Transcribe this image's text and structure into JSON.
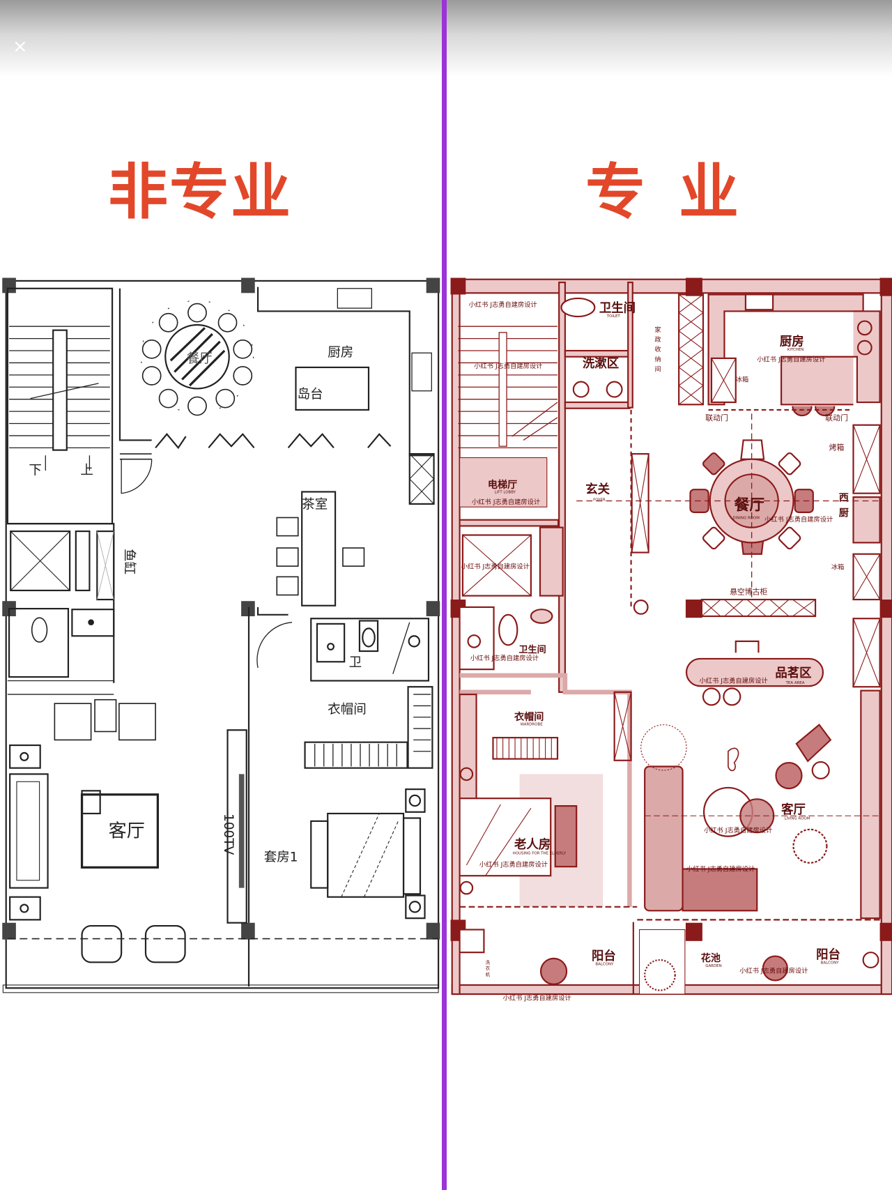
{
  "overlay": {
    "close_icon": "close-icon",
    "close_glyph": "×"
  },
  "titles": {
    "left": "非专业",
    "right": "专业"
  },
  "colors": {
    "title_red": "#e2472a",
    "divider_purple": "#9b34d6",
    "pro_line": "#8b1a1a",
    "pro_fill": "#ecc8c8",
    "pro_fill_dark": "#c67c7c"
  },
  "left_plan": {
    "dining": "餐厅",
    "kitchen": "厨房",
    "island": "岛台",
    "down": "下",
    "up": "上",
    "tea_room": "茶室",
    "fish_tank": "鱼缸",
    "bath": "卫",
    "wardrobe": "衣帽间",
    "living": "客厅",
    "tv": "100TV",
    "suite": "套房1"
  },
  "right_plan": {
    "watermark": "小红书 J志勇自建房设计",
    "toilet": "卫生间",
    "toilet_en": "TOILET",
    "storage": [
      "家",
      "政",
      "收",
      "纳",
      "间"
    ],
    "wash": "洗漱区",
    "kitchen": "厨房",
    "kitchen_en": "KITCHEN",
    "fridge_small": "冰箱",
    "linked_door": "联动门",
    "oven": "烤箱",
    "lift_lobby": "电梯厅",
    "lift_lobby_en": "LIFT LOBBY",
    "foyer": "玄关",
    "foyer_en": "FOYER",
    "dining": "餐厅",
    "dining_en": "DINING ROOM",
    "west_kitchen": [
      "西",
      "厨"
    ],
    "fridge": "冰箱",
    "cabinet": "悬空博古柜",
    "toilet2": "卫生间",
    "tea_area": "品茗区",
    "tea_area_en": "TEA AREA",
    "wardrobe": "衣帽间",
    "wardrobe_en": "WARDROBE",
    "living": "客厅",
    "living_en": "LIVING ROOM",
    "elderly": "老人房",
    "elderly_en": "HOUSING FOR THE ELDERLY",
    "balcony": "阳台",
    "balcony_en": "BALCONY",
    "garden": "花池",
    "garden_en": "GARDEN",
    "washer": [
      "洗",
      "衣",
      "机"
    ]
  }
}
